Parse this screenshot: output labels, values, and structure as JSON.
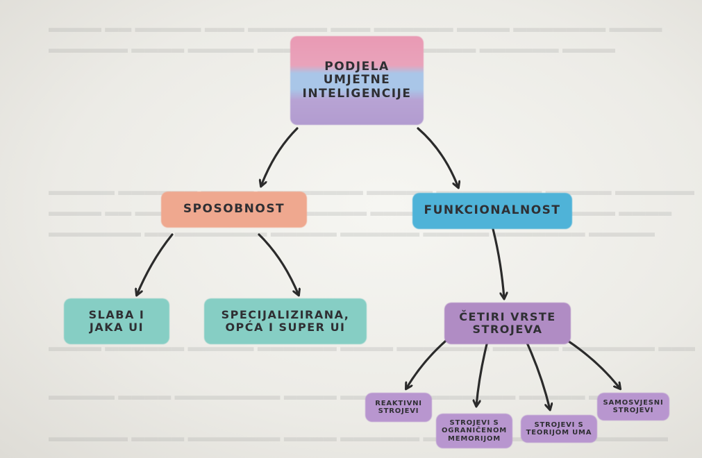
{
  "diagram": {
    "root": {
      "label": "PODJELA\nUMJETNE\nINTELIGENCIJE"
    },
    "branches": [
      {
        "id": "sposobnost",
        "label": "SPOSOBNOST",
        "color": "#efa88f"
      },
      {
        "id": "funkcionalnost",
        "label": "FUNKCIONALNOST",
        "color": "#4fb3d8"
      }
    ],
    "sposobnost_children": [
      {
        "label": "SLABA I\nJAKA UI",
        "color": "#86cec4"
      },
      {
        "label": "SPECIJALIZIRANA,\nOPĆA I SUPER UI",
        "color": "#86cec4"
      }
    ],
    "funkcionalnost_child": {
      "label": "ČETIRI VRSTE\nSTROJEVA",
      "color": "#b08cc4"
    },
    "machine_types": [
      {
        "label": "REAKTIVNI\nSTROJEVI"
      },
      {
        "label": "STROJEVI S\nOGRANIČENOM\nMEMORIJOM"
      },
      {
        "label": "STROJEVI S\nTEORIJOM UMA"
      },
      {
        "label": "SAMOSVJESNI\nSTROJEVI"
      }
    ],
    "colors": {
      "root_top": "#e9a0b8",
      "root_mid": "#a9c6e8",
      "root_bottom": "#b7a4d3",
      "machine": "#b896cf",
      "arrow": "#2b2b2b"
    }
  }
}
